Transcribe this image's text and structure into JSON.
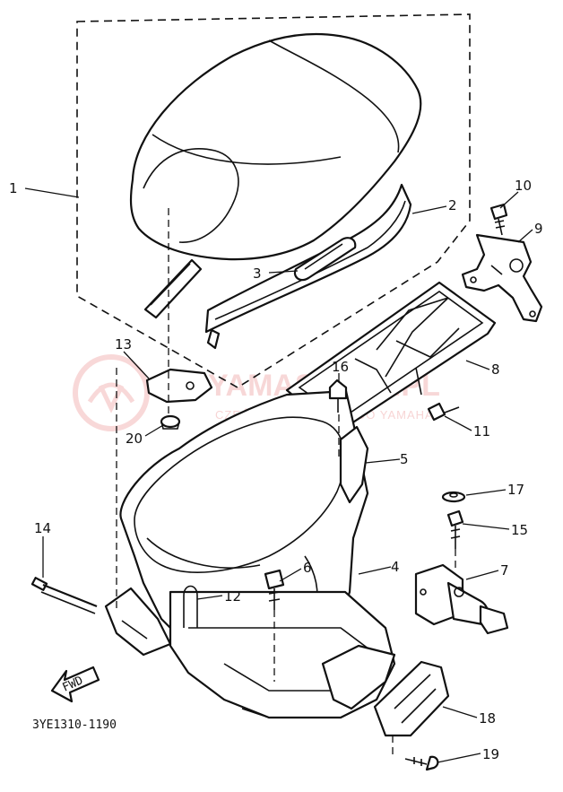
{
  "diagram": {
    "drawing_code": "3YE1310-1190",
    "fwd_label": "FWD",
    "watermark": {
      "title": "YAMASKLEP.PL",
      "subtitle": "CZĘŚCI ORYGINALNE DO YAMAHA"
    },
    "callouts": [
      "1",
      "2",
      "3",
      "4",
      "5",
      "6",
      "7",
      "8",
      "9",
      "10",
      "11",
      "12",
      "13",
      "14",
      "15",
      "16",
      "17",
      "18",
      "19",
      "20"
    ]
  }
}
